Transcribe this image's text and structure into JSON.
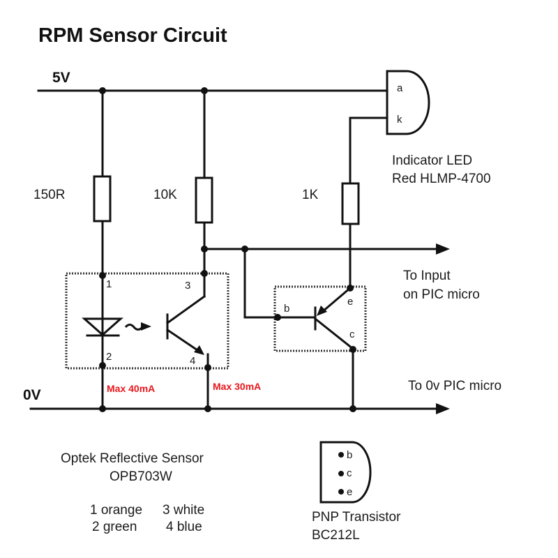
{
  "title": "RPM Sensor Circuit",
  "rails": {
    "supply": "5V",
    "ground": "0V"
  },
  "resistors": [
    {
      "id": "r1",
      "value": "150R"
    },
    {
      "id": "r2",
      "value": "10K"
    },
    {
      "id": "r3",
      "value": "1K"
    }
  ],
  "led": {
    "pin_anode": "a",
    "pin_cathode": "k",
    "caption_line1": "Indicator LED",
    "caption_line2": "Red HLMP-4700"
  },
  "sensor": {
    "pins": [
      "1",
      "2",
      "3",
      "4"
    ],
    "caption_line1": "Optek Reflective Sensor",
    "caption_line2": "OPB703W",
    "wire_colors": [
      {
        "label": "1 orange"
      },
      {
        "label": "2 green"
      },
      {
        "label": "3 white"
      },
      {
        "label": "4 blue"
      }
    ]
  },
  "limits": {
    "led_current": "Max 40mA",
    "transistor_current": "Max 30mA",
    "warning_color": "#e8161b"
  },
  "transistor": {
    "pin_base": "b",
    "pin_emitter": "e",
    "pin_collector": "c",
    "pinout": [
      "b",
      "c",
      "e"
    ],
    "caption_line1": "PNP Transistor",
    "caption_line2": "BC212L"
  },
  "outputs": {
    "input_line1": "To Input",
    "input_line2": "on PIC micro",
    "ground_label": "To 0v PIC micro"
  }
}
